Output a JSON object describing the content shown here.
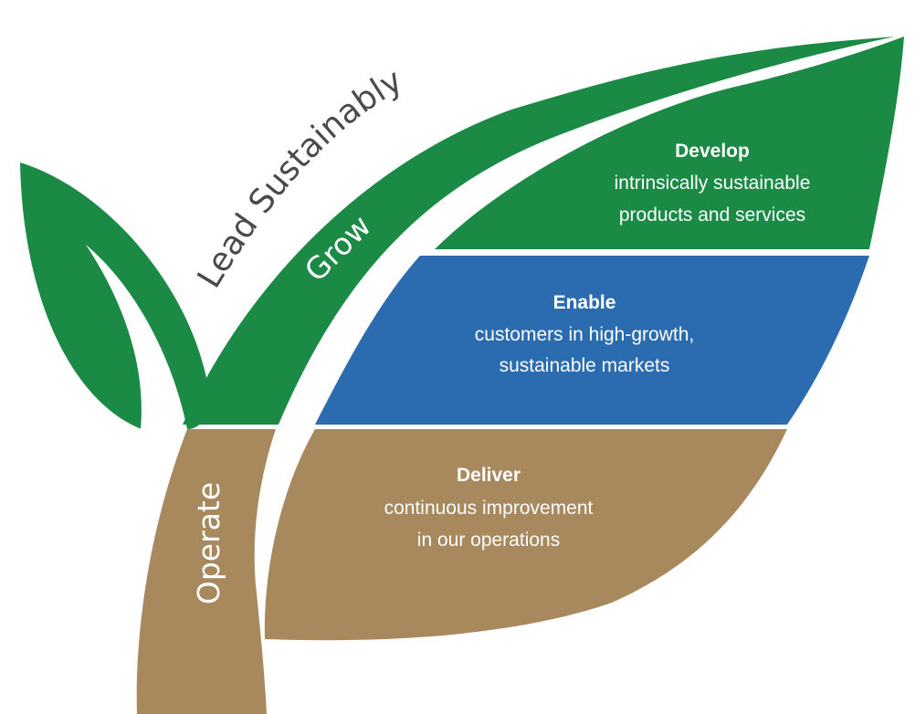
{
  "colors": {
    "green": "#1a8a45",
    "blue": "#2b6cb0",
    "tan": "#a8895e",
    "arc_text": "#4a4a4a",
    "band_text": "#ffffff"
  },
  "header": {
    "lead_label": "Lead Sustainably"
  },
  "stem": {
    "grow_label": "Grow",
    "operate_label": "Operate"
  },
  "bands": {
    "develop": {
      "title": "Develop",
      "line1": "intrinsically sustainable",
      "line2": "products and services"
    },
    "enable": {
      "title": "Enable",
      "line1": "customers in high-growth,",
      "line2": "sustainable markets"
    },
    "deliver": {
      "title": "Deliver",
      "line1": "continuous improvement",
      "line2": "in our operations"
    }
  }
}
